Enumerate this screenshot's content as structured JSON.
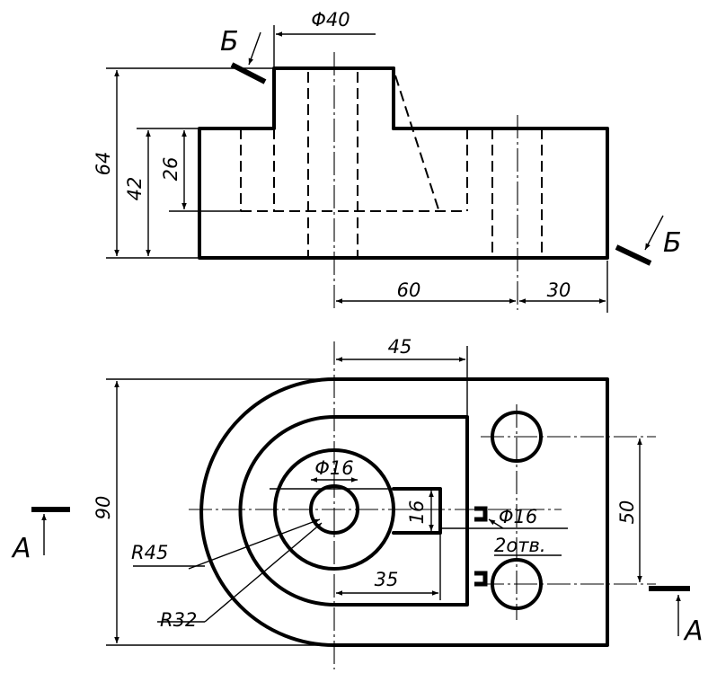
{
  "dimensions": {
    "dia_boss": "Φ40",
    "height_total": "64",
    "height_base": "42",
    "height_slot": "26",
    "len_60": "60",
    "len_30": "30",
    "len_45": "45",
    "width_90": "90",
    "dia_hole": "Φ16",
    "slot_16": "16",
    "hole_spacing": "50",
    "side_holes_dia": "Φ16",
    "side_holes_count": "2отв.",
    "slot_35": "35",
    "radius_outer": "R45",
    "radius_inner": "R32"
  },
  "sections": {
    "b_top": "Б",
    "b_bottom": "Б",
    "a_left": "A",
    "a_right": "A"
  }
}
